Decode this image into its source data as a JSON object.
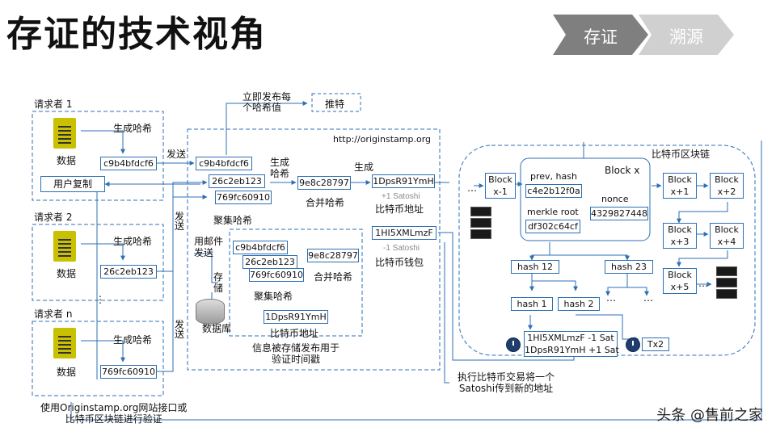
{
  "title": "存证的技术视角",
  "nav": {
    "tab1": "存证",
    "tab2": "溯源"
  },
  "requesters": [
    {
      "label": "请求者 1",
      "data_label": "数据",
      "hash_label": "生成哈希",
      "hash": "c9b4bfdcf6"
    },
    {
      "label": "请求者 2",
      "data_label": "数据",
      "hash_label": "生成哈希",
      "hash": "26c2eb123"
    },
    {
      "label": "请求者 n",
      "data_label": "数据",
      "hash_label": "生成哈希",
      "hash": "769fc60910"
    }
  ],
  "ellipsis": "⋮",
  "user_copy": "用户复制",
  "send_label": "发送",
  "send_v1": "发送",
  "send_v2": "发送",
  "email_label": "用邮件\n发送",
  "store_label": "存\n储",
  "publish_label": "立即发布每\n个哈希值",
  "twitter": "推特",
  "originstamp": {
    "url": "http://originstamp.org",
    "stacked": [
      "c9b4bfdcf6",
      "26c2eb123",
      "769fc60910"
    ],
    "aggregate_label": "聚集哈希",
    "gen_hash": "生成\n哈希",
    "merged_hash": "9e8c28797",
    "merge_label": "合并哈希",
    "generate": "生成",
    "address": "1DpsR91YmH",
    "plus_satoshi": "+1 Satoshi",
    "address_label": "比特币地址",
    "wallet": "1HI5XMLmzF",
    "minus_satoshi": "-1 Satoshi",
    "wallet_label": "比特币钱包"
  },
  "db": {
    "label": "数据库",
    "stacked": [
      "c9b4bfdcf6",
      "26c2eb123",
      "769fc60910"
    ],
    "aggregate_label": "聚集哈希",
    "merged": "9e8c28797",
    "merge_label": "合并哈希",
    "address": "1DpsR91YmH",
    "address_label": "比特币地址",
    "caption": "信息被存储发布用于\n验证时间戳"
  },
  "blockchain": {
    "title": "比特币区块链",
    "dots": "…",
    "blocks": [
      "Block\nx-1",
      "Block\nx+1",
      "Block\nx+2",
      "Block\nx+3",
      "Block\nx+4",
      "Block\nx+5"
    ],
    "block_x": "Block x",
    "prev_hash_label": "prev, hash",
    "prev_hash": "c4e2b12f0a",
    "nonce_label": "nonce",
    "nonce": "4329827448",
    "merkle_label": "merkle root",
    "merkle": "df302c64cf",
    "hash12": "hash 12",
    "hash23": "hash 23",
    "hash1": "hash 1",
    "hash2": "hash 2",
    "tx1_line1": "1HI5XMLmzF -1 Sat",
    "tx1_line2": "1DpsR91YmH +1 Sat",
    "tx2": "Tx2"
  },
  "exec_label": "执行比特币交易将一个\nSatoshi传到新的地址",
  "verify_label": "使用Originstamp.org网站接口或\n比特币区块链进行验证",
  "watermark": "头条 @售前之家",
  "colors": {
    "accent": "#2d6fb4",
    "chevron_dark": "#7f7f7f",
    "chevron_light": "#d0d0d0"
  }
}
